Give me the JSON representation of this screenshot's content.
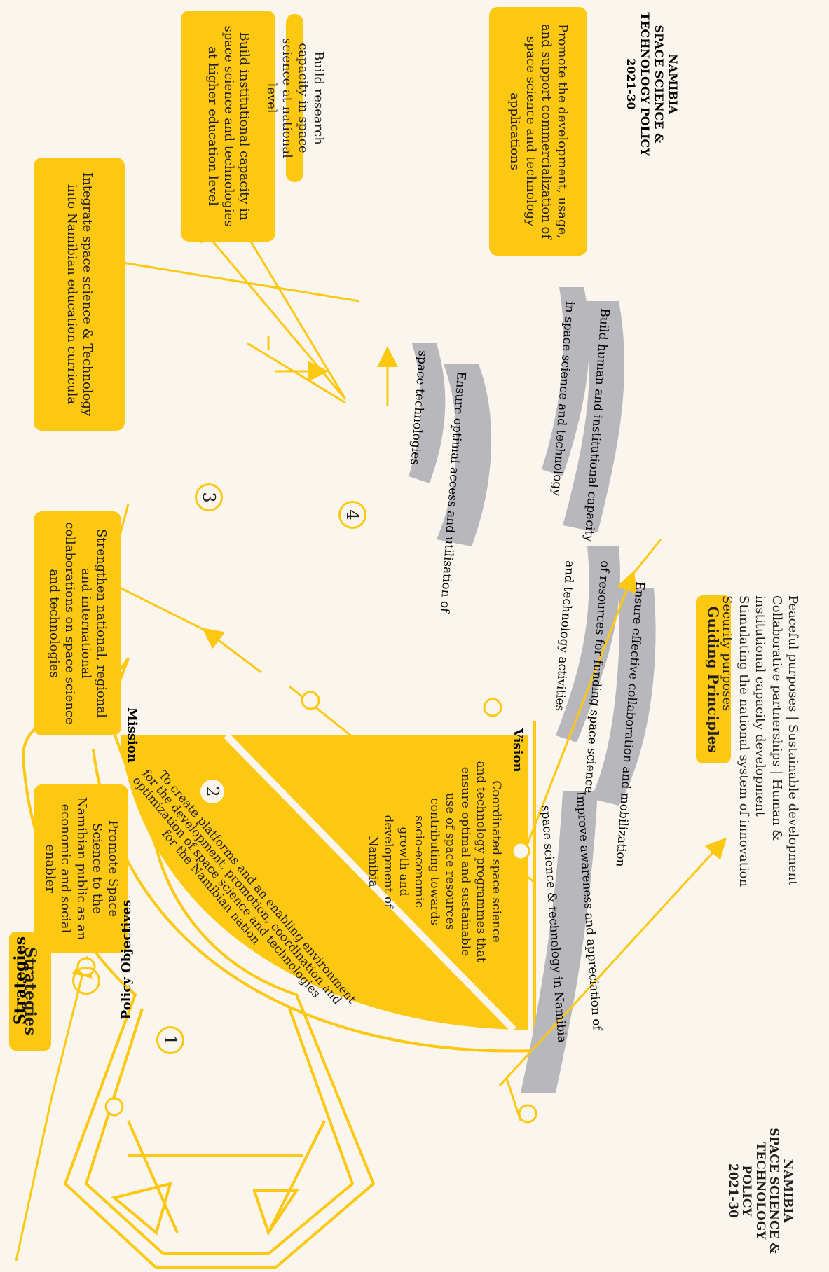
{
  "doc_title": [
    "NAMIBIA",
    "SPACE SCIENCE &",
    "TECHNOLOGY POLICY",
    "2021-30"
  ],
  "legend": {
    "strategies": "Strategies",
    "policy_objectives": "Policy Objectives"
  },
  "strategies": [
    "Promote Space Science to the Namibian public as an economic and social enabler",
    "Strengthen national, regional and international collaborations on space science and technologies",
    "Integrate space science & Technology into Namibian education curricula",
    "Build institutional capacity in space science and technologies at higher education level",
    "Build research capacity in space science at national level",
    "Promote the development, usage, and support commercialization of space science and technology applications"
  ],
  "objectives": [
    {
      "number": "1",
      "line1": "Improve awareness and appreciation of",
      "line2": "space science & technology in Namibia"
    },
    {
      "number": "2",
      "line1": "Ensure effective collaboration and mobilization",
      "line2": "of resources for funding space science",
      "line3": "and technology activities"
    },
    {
      "number": "3",
      "line1": "Build human and institutional capacity",
      "line2": "in space science and technology"
    },
    {
      "number": "4",
      "line1": "Ensure optimal access and utilisation of",
      "line2": "space technologies"
    }
  ],
  "vision": {
    "label": "Vision",
    "text": [
      "Coordinated space science",
      "and technology programmes that",
      "ensure optimal and sustainable",
      "use of space resources",
      "contributing towards",
      "socio-economic",
      "growth and",
      "development of",
      "Namibia"
    ]
  },
  "mission": {
    "label": "Mission",
    "text": [
      "To create platforms and an enabling environment",
      "for the development, promotion, coordination and",
      "optimization of space science and technologies",
      "for the Namibian nation"
    ]
  },
  "guiding_principles": {
    "title": "Guiding Principles",
    "lines": [
      "Peaceful purposes  |  Sustainable development",
      "Collaborative partnerships  |   Human &",
      "institutional capacity development",
      "Stimulating the national system of innovation",
      "Security purposes"
    ]
  },
  "colors": {
    "accent": "#fcc812",
    "ribbon": "#b8b7bc",
    "background": "#faf6ee"
  }
}
